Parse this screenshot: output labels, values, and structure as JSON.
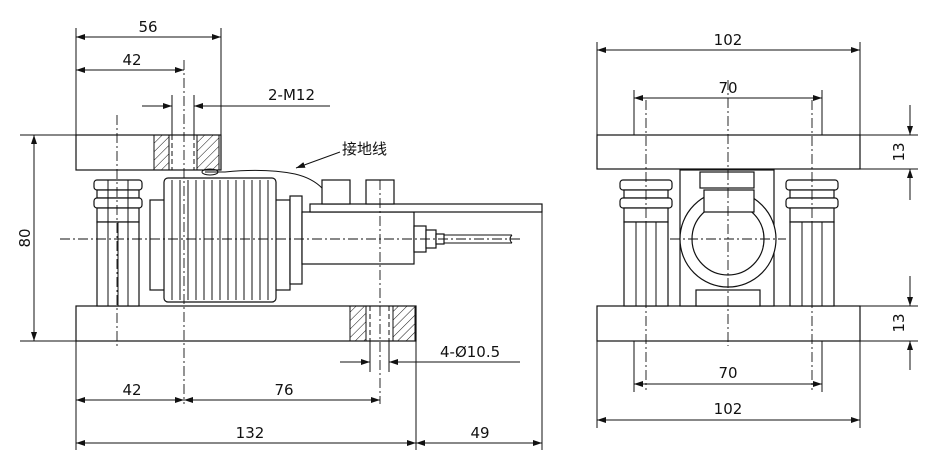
{
  "front_view": {
    "dims": {
      "top_56": "56",
      "top_42": "42",
      "thread": "2-M12",
      "height_80": "80",
      "hole": "4-Ø10.5",
      "bottom_42": "42",
      "bottom_76": "76",
      "bottom_132": "132",
      "bottom_49": "49"
    },
    "ground_wire_label": "接地线"
  },
  "side_view": {
    "dims": {
      "top_102": "102",
      "top_70": "70",
      "top_13": "13",
      "bottom_13": "13",
      "bottom_70": "70",
      "bottom_102": "102"
    }
  },
  "colors": {
    "line": "#111111",
    "background": "#ffffff"
  }
}
